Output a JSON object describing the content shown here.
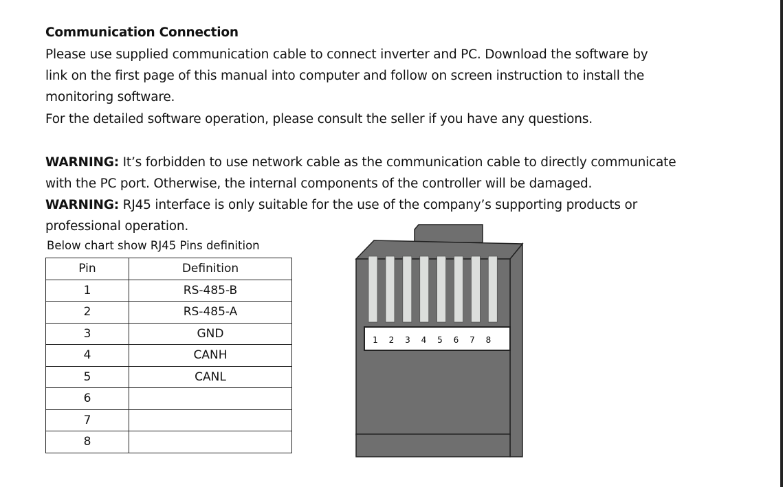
{
  "heading": "Communication Connection",
  "paragraphs": [
    "Please use supplied communication cable to connect inverter and PC. Download the software by",
    "link on the first page of this manual into computer and follow on screen instruction to install the",
    "monitoring software.",
    "For the detailed software operation, please consult the seller if you have any questions."
  ],
  "warnings": [
    {
      "label": "WARNING:",
      "lines": [
        "It’s forbidden to use network cable as the communication cable to directly communicate",
        "with the PC port. Otherwise, the internal components of the controller will be damaged."
      ]
    },
    {
      "label": "WARNING:",
      "lines": [
        "RJ45 interface is only suitable for the use of the company’s supporting products or",
        "professional operation."
      ]
    }
  ],
  "table": {
    "caption": "Below chart show RJ45 Pins definition",
    "headers": [
      "Pin",
      "Definition"
    ],
    "rows": [
      [
        "1",
        "RS-485-B"
      ],
      [
        "2",
        "RS-485-A"
      ],
      [
        "3",
        "GND"
      ],
      [
        "4",
        "CANH"
      ],
      [
        "5",
        "CANL"
      ],
      [
        "6",
        ""
      ],
      [
        "7",
        ""
      ],
      [
        "8",
        ""
      ]
    ]
  },
  "rj45": {
    "pin_labels": [
      "1",
      "2",
      "3",
      "4",
      "5",
      "6",
      "7",
      "8"
    ],
    "body_color": "#6f6f6f",
    "pin_color": "#dcdedc"
  }
}
